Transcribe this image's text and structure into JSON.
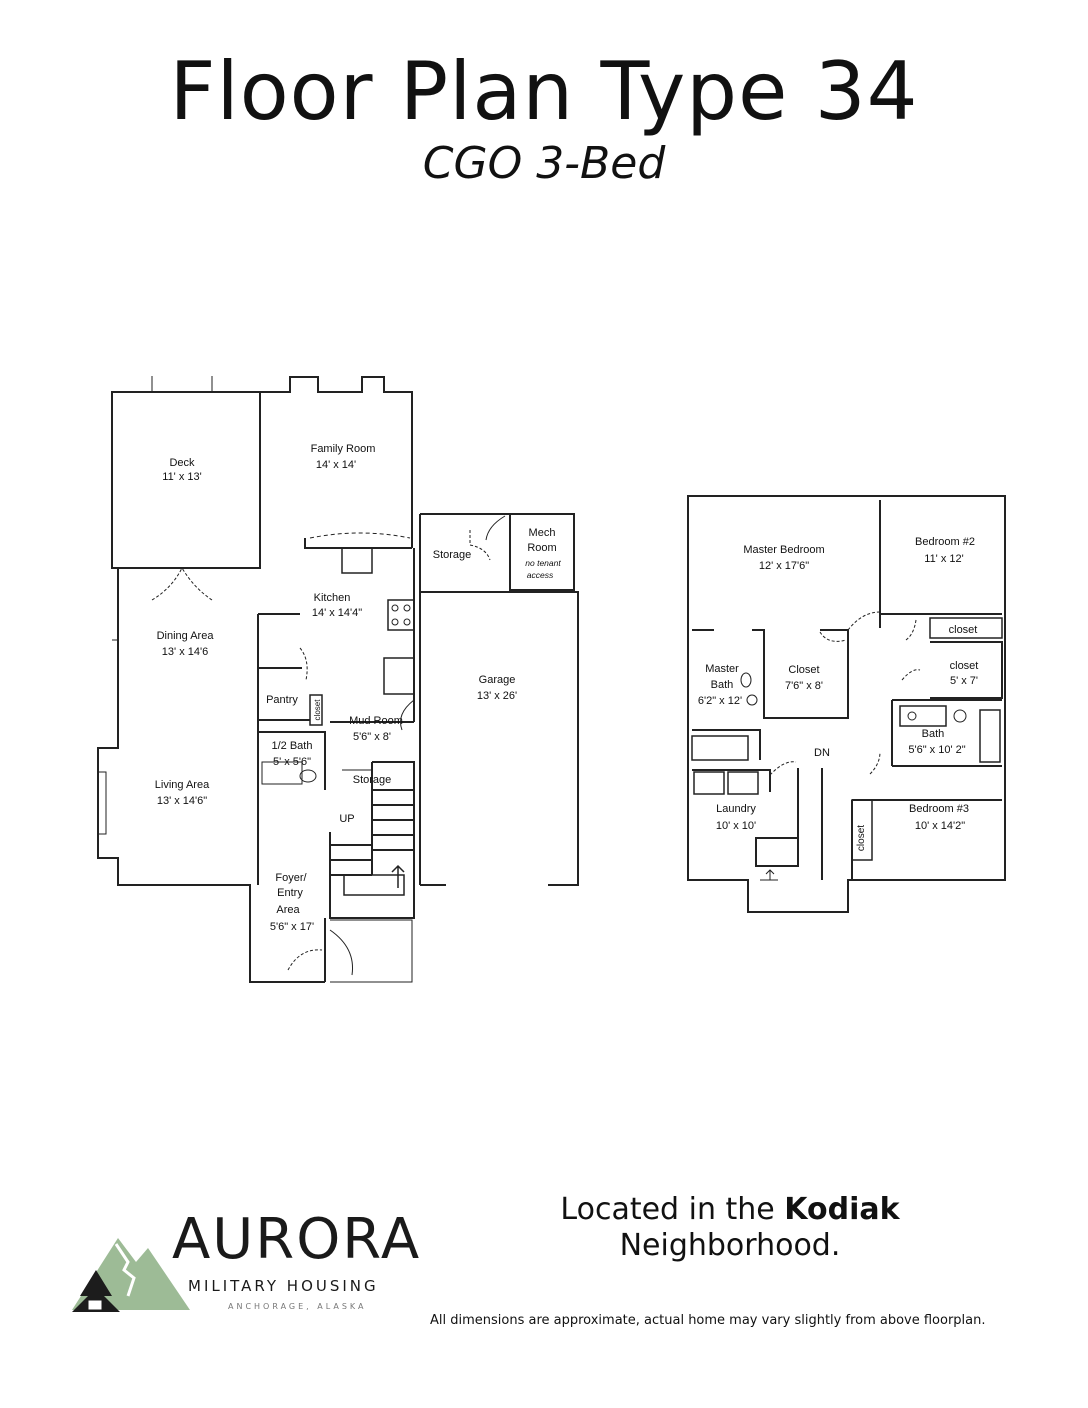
{
  "header": {
    "title": "Floor Plan Type 34",
    "subtitle": "CGO 3-Bed"
  },
  "first_floor": {
    "deck": {
      "name": "Deck",
      "size": "11' x 13'"
    },
    "family_room": {
      "name": "Family Room",
      "size": "14' x 14'"
    },
    "storage_top": {
      "name": "Storage"
    },
    "mech_room": {
      "name1": "Mech",
      "name2": "Room",
      "note1": "no tenant",
      "note2": "access"
    },
    "kitchen": {
      "name": "Kitchen",
      "size": "14' x 14'4\""
    },
    "dining": {
      "name": "Dining Area",
      "size": "13' x 14'6"
    },
    "garage": {
      "name": "Garage",
      "size": "13' x 26'"
    },
    "pantry": {
      "name": "Pantry"
    },
    "closet": {
      "name": "closet"
    },
    "mud_room": {
      "name": "Mud Room",
      "size": "5'6\" x 8'"
    },
    "half_bath": {
      "name": "1/2 Bath",
      "size": "5' x 5'6\""
    },
    "storage_stair": {
      "name": "Storage"
    },
    "living": {
      "name": "Living Area",
      "size": "13' x 14'6\""
    },
    "up": "UP",
    "foyer": {
      "line1": "Foyer/",
      "line2": "Entry",
      "line3": "Area",
      "size": "5'6\" x 17'"
    }
  },
  "second_floor": {
    "master_bedroom": {
      "name": "Master Bedroom",
      "size": "12' x 17'6\""
    },
    "bedroom2": {
      "name": "Bedroom #2",
      "size": "11' x 12'"
    },
    "closet_b2": {
      "name": "closet"
    },
    "closet_hall": {
      "name": "closet",
      "size": "5' x 7'"
    },
    "master_bath": {
      "name1": "Master",
      "name2": "Bath",
      "size": "6'2\" x 12'"
    },
    "walk_in_closet": {
      "name": "Closet",
      "size": "7'6\" x 8'"
    },
    "bath": {
      "name": "Bath",
      "size": "5'6\" x 10' 2\""
    },
    "dn": "DN",
    "laundry": {
      "name": "Laundry",
      "size": "10' x 10'"
    },
    "bedroom3": {
      "name": "Bedroom #3",
      "size": "10' x 14'2\""
    },
    "closet_b3": {
      "name": "closet"
    }
  },
  "location": {
    "prefix": "Located in the",
    "neighborhood": "Kodiak",
    "suffix": "Neighborhood."
  },
  "logo": {
    "word": "AURORA",
    "sub": "MILITARY HOUSING",
    "place": "ANCHORAGE, ALASKA",
    "accent": "#9dbb96",
    "tree": "#1c1c1c"
  },
  "disclaimer": "All dimensions are approximate, actual home may vary slightly from above floorplan."
}
